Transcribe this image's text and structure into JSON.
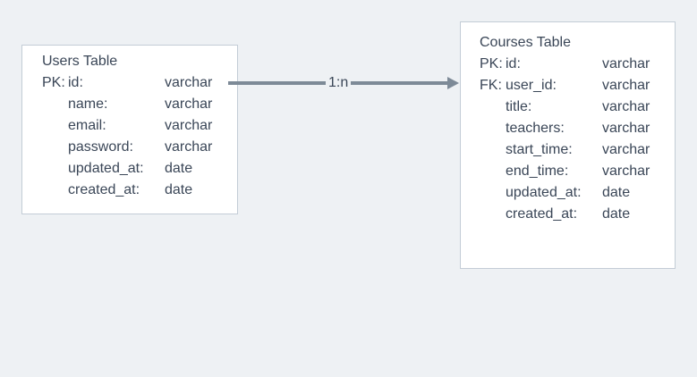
{
  "colors": {
    "background": "#eef1f4",
    "box_background": "#ffffff",
    "box_border": "#c3ccd6",
    "text": "#3a4657",
    "connector": "#7d8a97"
  },
  "relation": {
    "label": "1:n"
  },
  "tables": [
    {
      "title": "Users Table",
      "fields": [
        {
          "prefix": "PK:",
          "name": "id:",
          "type": "varchar"
        },
        {
          "prefix": "",
          "name": "name:",
          "type": "varchar"
        },
        {
          "prefix": "",
          "name": "email:",
          "type": "varchar"
        },
        {
          "prefix": "",
          "name": "password:",
          "type": "varchar"
        },
        {
          "prefix": "",
          "name": "updated_at:",
          "type": "date"
        },
        {
          "prefix": "",
          "name": "created_at:",
          "type": "date"
        }
      ]
    },
    {
      "title": "Courses Table",
      "fields": [
        {
          "prefix": "PK:",
          "name": "id:",
          "type": "varchar"
        },
        {
          "prefix": "FK:",
          "name": "user_id:",
          "type": "varchar"
        },
        {
          "prefix": "",
          "name": "title:",
          "type": "varchar"
        },
        {
          "prefix": "",
          "name": "teachers:",
          "type": "varchar"
        },
        {
          "prefix": "",
          "name": "start_time:",
          "type": "varchar"
        },
        {
          "prefix": "",
          "name": "end_time:",
          "type": "varchar"
        },
        {
          "prefix": "",
          "name": "updated_at:",
          "type": "date"
        },
        {
          "prefix": "",
          "name": "created_at:",
          "type": "date"
        }
      ]
    }
  ]
}
